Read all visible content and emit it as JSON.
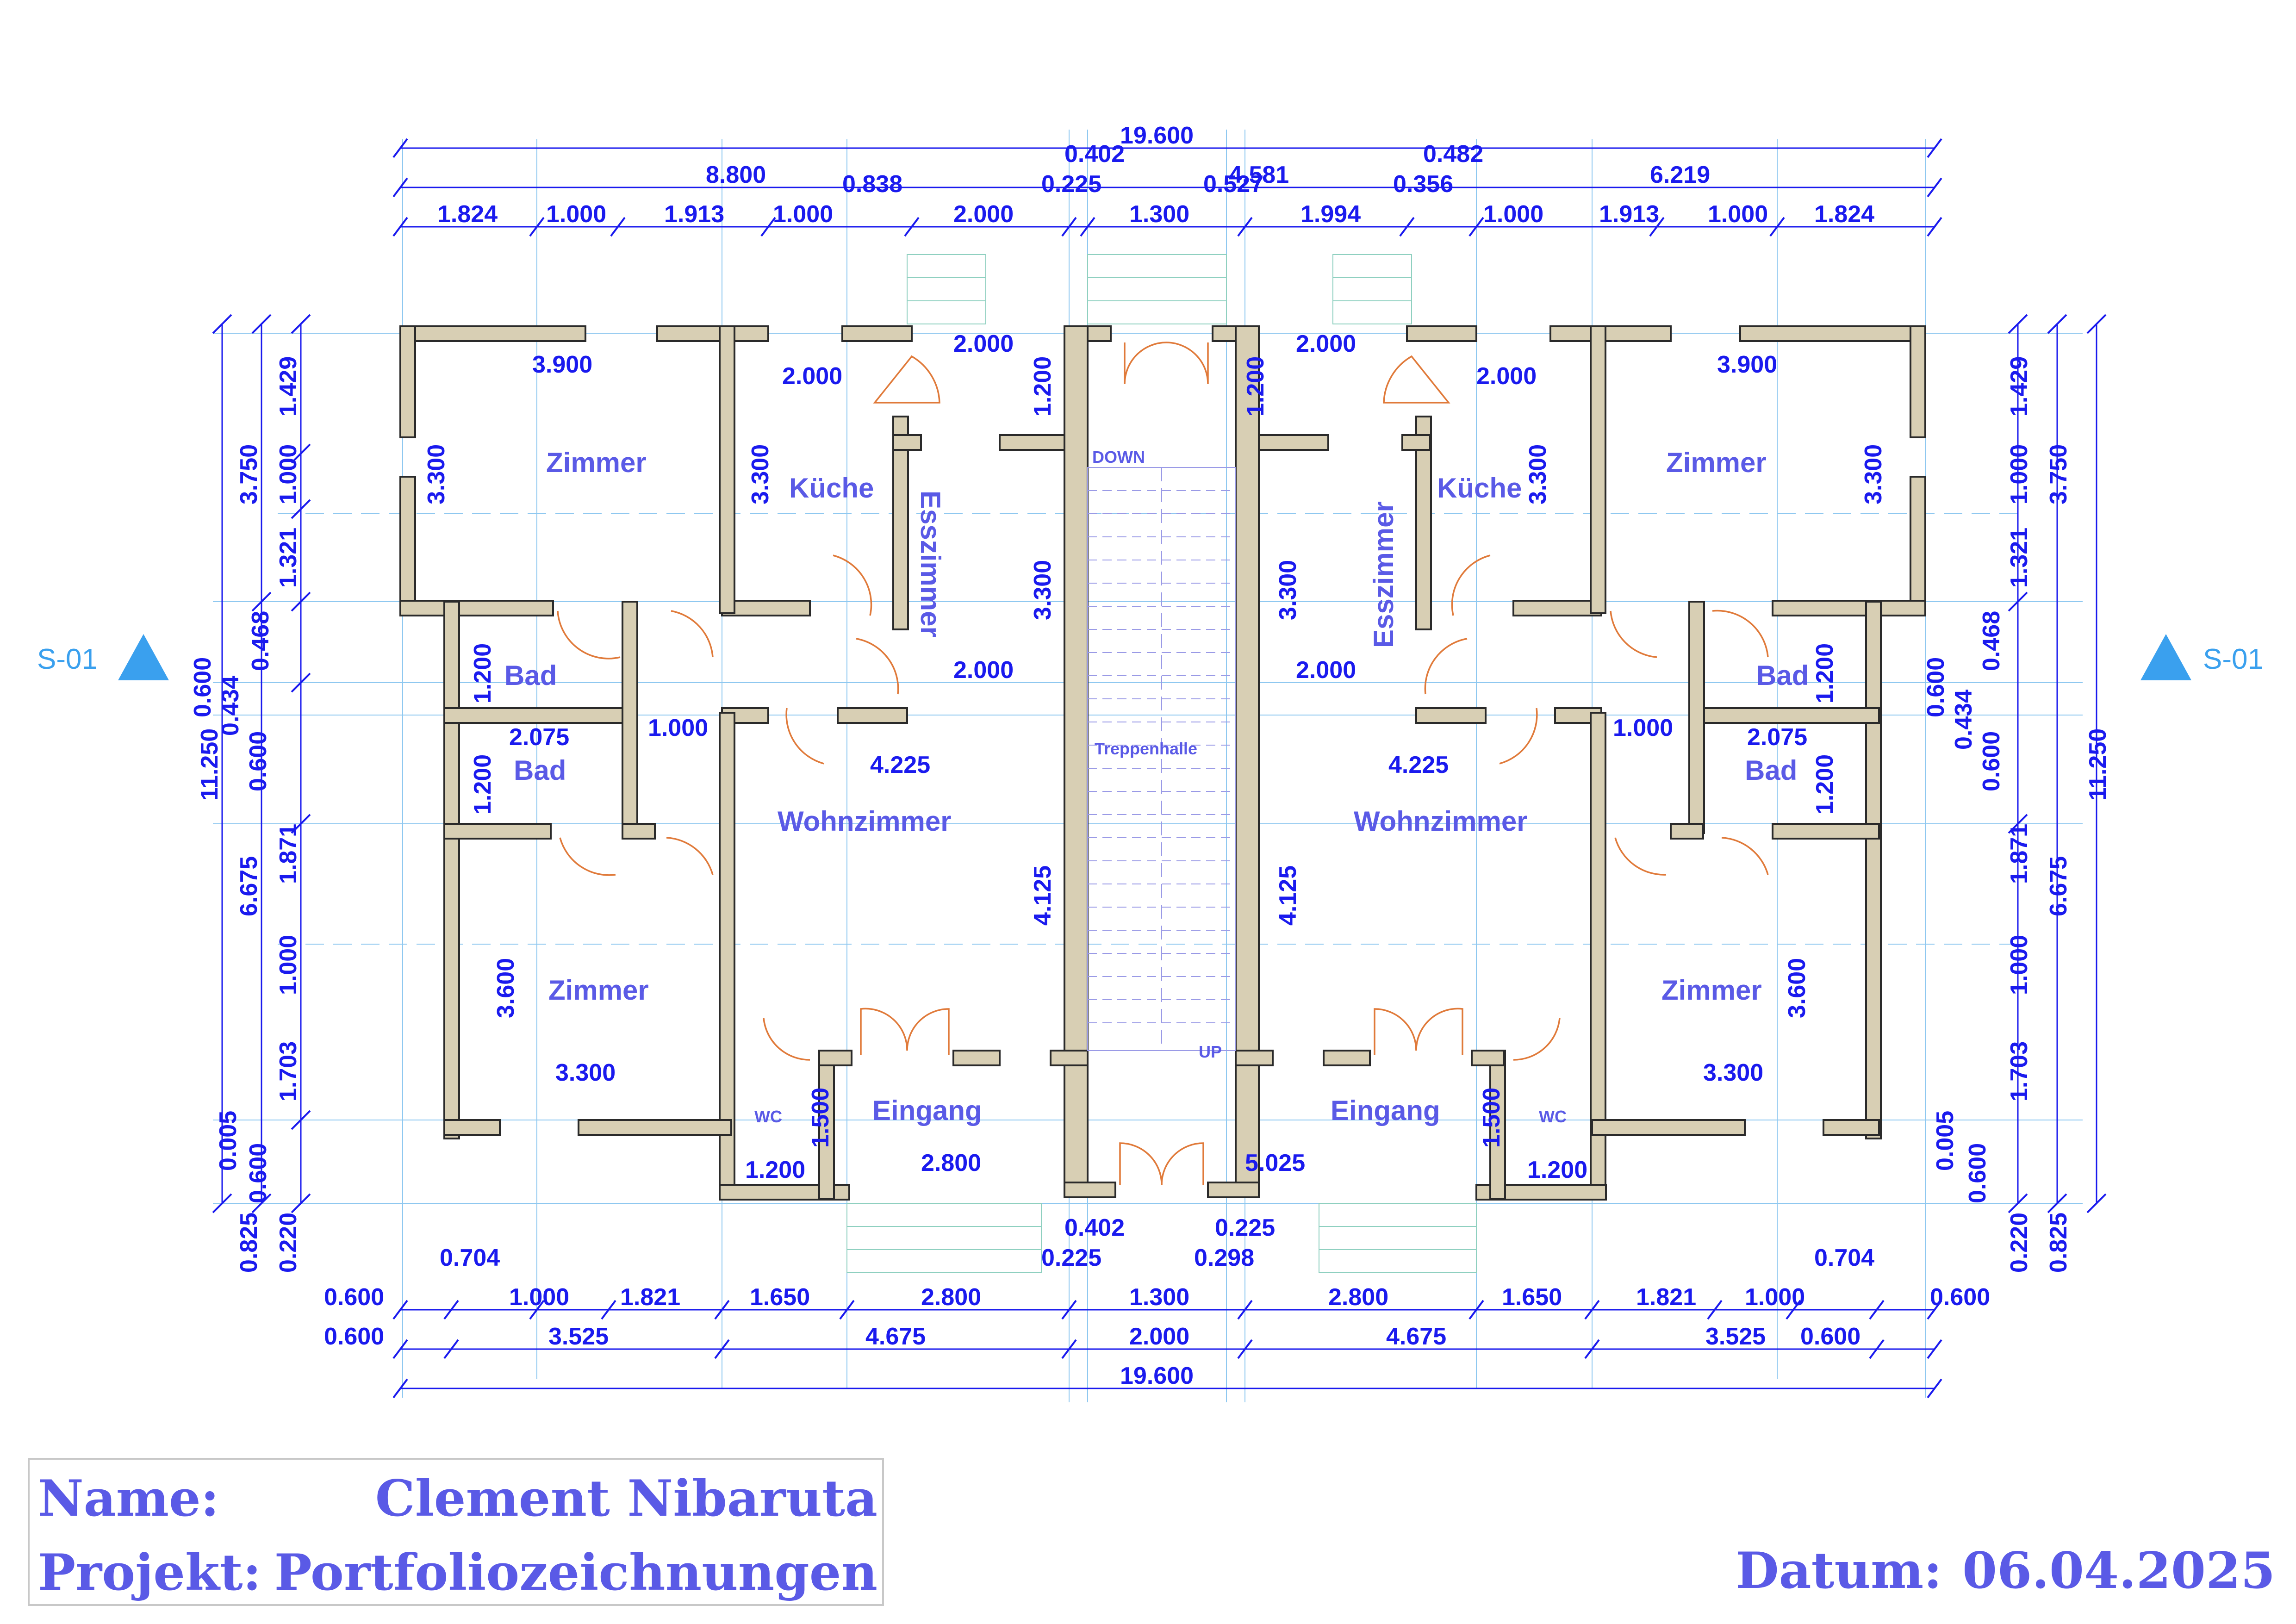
{
  "title_block": {
    "name_label": "Name:",
    "name_value": "Clement Nibaruta",
    "project_label": "Projekt:",
    "project_value": "Portfoliozeichnungen",
    "date_label": "Datum:",
    "date_value": "06.04.2025"
  },
  "section_markers": {
    "left": "S-01",
    "right": "S-01"
  },
  "rooms": {
    "zimmer": "Zimmer",
    "kueche": "Küche",
    "esszimmer": "Esszimmer",
    "bad": "Bad",
    "wohnzimmer": "Wohnzimmer",
    "eingang": "Eingang",
    "wc": "WC",
    "treppenhalle": "Treppenhalle"
  },
  "dims": {
    "top_total": "19.600",
    "top_l_8800": "8.800",
    "top_0402": "0.402",
    "top_0482": "0.482",
    "top_6219": "6.219",
    "top_0838": "0.838",
    "top_0225": "0.225",
    "top_4581": "4.581",
    "top_0527": "0.527",
    "top_0356": "0.356",
    "top_row": [
      "1.824",
      "1.000",
      "1.913",
      "1.000",
      "2.000",
      "1.300",
      "1.994",
      "1.000",
      "1.913",
      "1.000",
      "1.824"
    ],
    "in_3900": "3.900",
    "in_2000": "2.000",
    "in_1200": "1.200",
    "in_3300": "3.300",
    "in_2075": "2.075",
    "in_1000": "1.000",
    "in_4225": "4.225",
    "in_4125": "4.125",
    "in_3600": "3.600",
    "in_1500": "1.500",
    "in_2800": "2.800",
    "in_5025": "5.025",
    "bot_0402": "0.402",
    "bot_0225": "0.225",
    "bot_0298": "0.298",
    "bot_0704": "0.704",
    "bot_row1": [
      "0.600",
      "1.000",
      "1.821",
      "1.650",
      "2.800",
      "1.300",
      "2.800",
      "1.650",
      "1.821",
      "1.000",
      "0.600"
    ],
    "bot_row2": [
      "0.600",
      "3.525",
      "4.675",
      "2.000",
      "4.675",
      "3.525",
      "0.600"
    ],
    "bot_total": "19.600",
    "side_3750": "3.750",
    "side_1429": "1.429",
    "side_1000": "1.000",
    "side_1321": "1.321",
    "side_0468": "0.468",
    "side_0600": "0.600",
    "side_0434": "0.434",
    "side_11250": "11.250",
    "side_6675": "6.675",
    "side_1871": "1.871",
    "side_1703": "1.703",
    "side_0005": "0.005",
    "side_0825": "0.825",
    "side_0220": "0.220"
  },
  "stair_labels": {
    "down": "DOWN",
    "up": "UP"
  },
  "colors": {
    "dimension": "#1a1aee",
    "room_label": "#5a5ae6",
    "wall_fill": "#d8cfb4",
    "door_swing": "#e07a3a",
    "grid": "#8fc8f0",
    "section_marker": "#3aa0ee"
  }
}
